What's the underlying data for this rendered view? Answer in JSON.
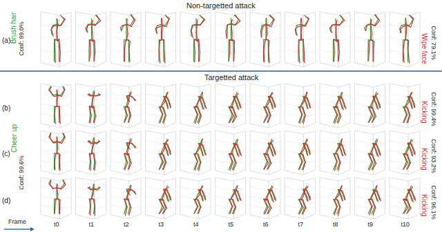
{
  "diagram": {
    "labels": [
      "Non-targetted attack",
      "(a)",
      "Brush hair",
      "Conf: 99.0%",
      "Wipe face",
      "Conf: 79.1%",
      "Targetted attack",
      "(b)",
      "Kicking",
      "Conf: 99.4%",
      "(c)",
      "Cheer up",
      "Conf: 99.6%",
      "Kicking",
      "Conf: 93.2%",
      "(d)",
      "Kicking",
      "Conf: 96.1%",
      "Frame",
      "t0",
      "t1",
      "t2",
      "t3",
      "t4",
      "t5",
      "t6",
      "t7",
      "t8",
      "t9",
      "t10"
    ]
  }
}
